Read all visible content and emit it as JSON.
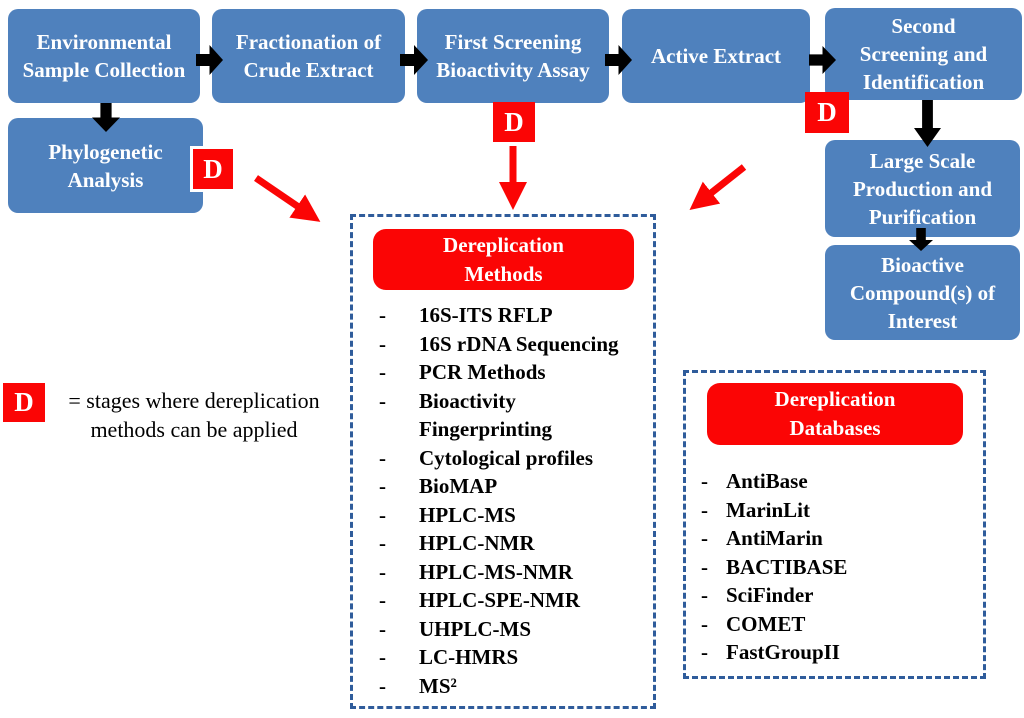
{
  "colors": {
    "stage_blue": "#4F81BD",
    "accent_red": "#FB0505",
    "dash_border_blue": "#2F5C9B"
  },
  "stages": {
    "environmental": "Environmental Sample Collection",
    "fractionation": "Fractionation of Crude Extract",
    "first_screening": "First Screening Bioactivity Assay",
    "active_extract": "Active Extract",
    "second_screening": "Second Screening and Identification",
    "phylogenetic": "Phylogenetic Analysis",
    "large_scale": "Large Scale Production and Purification",
    "bioactive": "Bioactive Compound(s) of Interest"
  },
  "d_marker": {
    "label": "D"
  },
  "legend": {
    "symbol": "D",
    "text": "= stages where dereplication methods can be applied"
  },
  "methods_panel": {
    "title": "Dereplication Methods",
    "items": [
      "16S-ITS RFLP",
      "16S rDNA Sequencing",
      "PCR Methods",
      "Bioactivity Fingerprinting",
      "Cytological profiles",
      "BioMAP",
      "HPLC-MS",
      "HPLC-NMR",
      "HPLC-MS-NMR",
      "HPLC-SPE-NMR",
      "UHPLC-MS",
      "LC-HMRS",
      "MS²"
    ]
  },
  "databases_panel": {
    "title": "Dereplication Databases",
    "items": [
      "AntiBase",
      "MarinLit",
      "AntiMarin",
      "BACTIBASE",
      "SciFinder",
      "COMET",
      "FastGroupII"
    ]
  }
}
